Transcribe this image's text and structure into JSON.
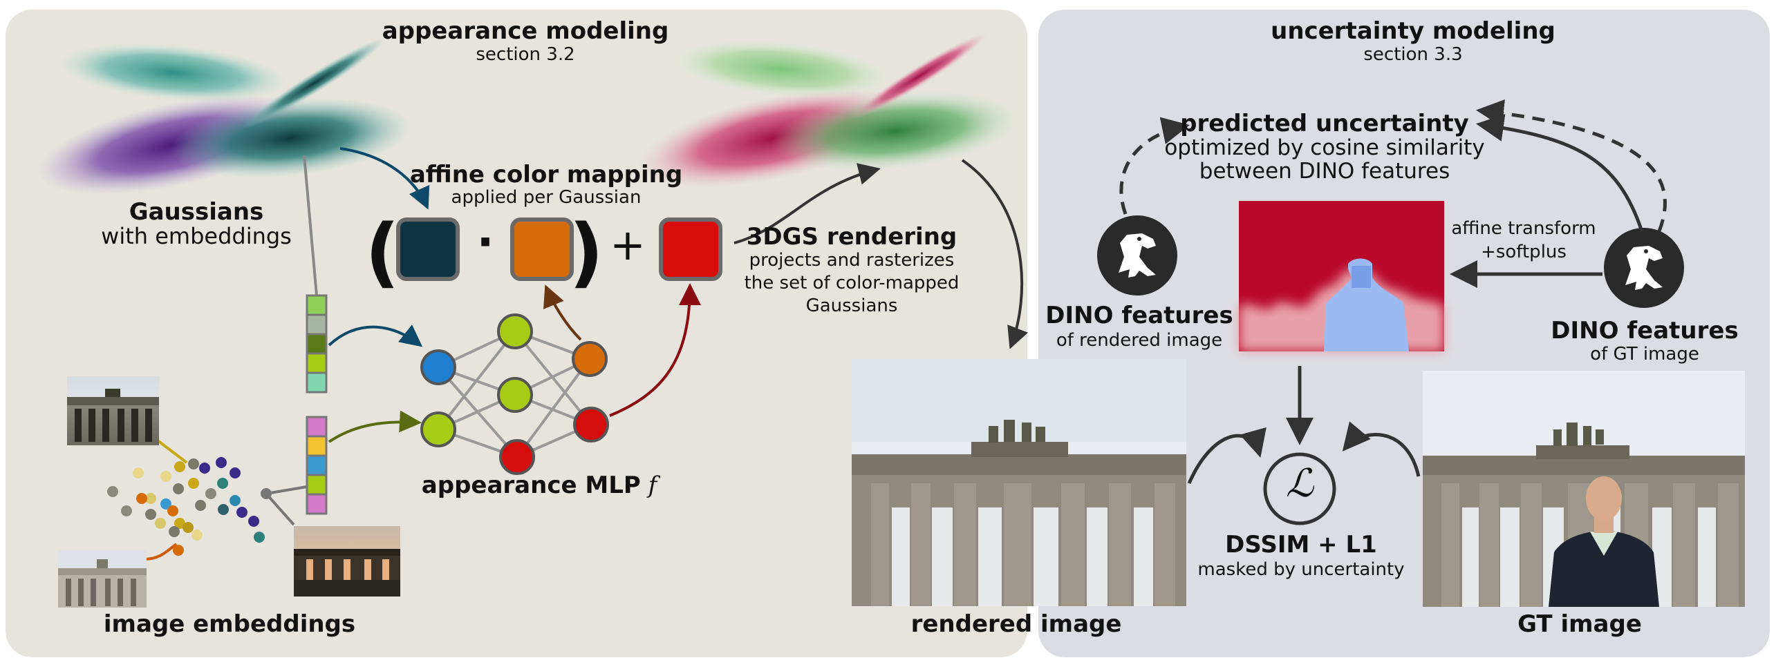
{
  "left_panel": {
    "title": "appearance modeling",
    "subtitle": "section 3.2",
    "gaussians_title": "Gaussians",
    "gaussians_sub": "with embeddings",
    "affine_title": "affine color mapping",
    "affine_sub": "applied per Gaussian",
    "dot_symbol": "·",
    "plus_symbol": "+",
    "mlp_label": "appearance MLP",
    "mlp_symbol": "f",
    "embeddings_label": "image embeddings",
    "rendering_title": "3DGS rendering",
    "rendering_sub_1": "projects and rasterizes",
    "rendering_sub_2": "the set of color-mapped",
    "rendering_sub_3": "Gaussians"
  },
  "right_panel": {
    "title": "uncertainty modeling",
    "subtitle": "section 3.3",
    "uncertainty_title": "predicted uncertainty",
    "uncertainty_sub_1": "optimized by cosine similarity",
    "uncertainty_sub_2": "between DINO features",
    "dino_rendered_title": "DINO features",
    "dino_rendered_sub": "of rendered image",
    "dino_gt_title": "DINO features",
    "dino_gt_sub": "of GT image",
    "affine_transform_1": "affine transform",
    "affine_transform_2": "+softplus",
    "loss_symbol": "ℒ",
    "loss_title": "DSSIM + L1",
    "loss_sub": "masked by uncertainty",
    "gt_label": "GT image"
  },
  "shared": {
    "rendered_label": "rendered image"
  },
  "colors": {
    "left_panel_bg": "#e6e4dd",
    "right_panel_bg": "#dcdde2",
    "embedding_square": "#0d3440",
    "scale_square": "#d66b0a",
    "offset_square": "#d90c0c",
    "blue_node": "#1f7fd0",
    "green_node": "#a8cc14",
    "orange_node": "#d66b0a",
    "red_node": "#d50d0d",
    "heatmap_red": "#b9082a",
    "heatmap_blue": "#8fb3f2"
  }
}
